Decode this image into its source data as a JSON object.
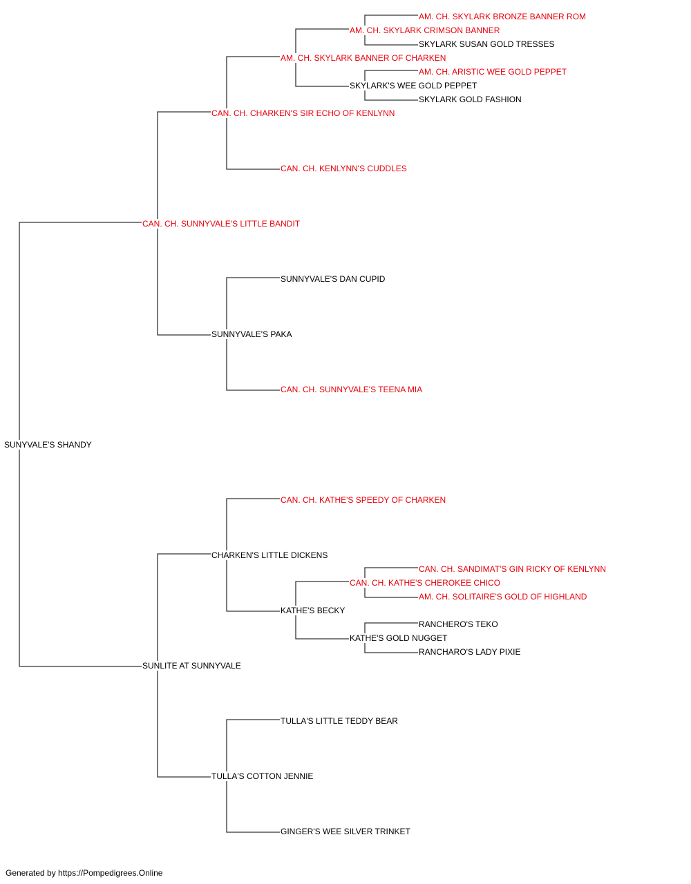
{
  "colors": {
    "champion": "#e8000b",
    "normal": "#000000",
    "line": "#000000"
  },
  "pedigree": {
    "subject": "SUNYVALE'S SHANDY",
    "sire": "CAN. CH. SUNNYVALE'S LITTLE BANDIT",
    "dam": "SUNLITE AT SUNNYVALE",
    "sire_sire": "CAN. CH. CHARKEN'S SIR ECHO OF KENLYNN",
    "sire_dam": "SUNNYVALE'S PAKA",
    "dam_sire": "CHARKEN'S LITTLE DICKENS",
    "dam_dam": "TULLA'S COTTON JENNIE",
    "ss_sire": "AM. CH. SKYLARK BANNER OF CHARKEN",
    "ss_dam": "CAN. CH. KENLYNN'S CUDDLES",
    "sd_sire": "SUNNYVALE'S DAN CUPID",
    "sd_dam": "CAN. CH. SUNNYVALE'S TEENA MIA",
    "ds_sire": "CAN. CH. KATHE'S SPEEDY OF CHARKEN",
    "ds_dam": "KATHE'S BECKY",
    "dd_sire": "TULLA'S LITTLE TEDDY BEAR",
    "dd_dam": "GINGER'S WEE SILVER TRINKET",
    "sss_sire": "AM. CH. SKYLARK CRIMSON BANNER",
    "sss_dam": "SKYLARK'S WEE GOLD PEPPET",
    "dsd_sire": "CAN. CH. KATHE'S CHEROKEE CHICO",
    "dsd_dam": "KATHE'S GOLD NUGGET",
    "ssss_sire": "AM. CH. SKYLARK BRONZE BANNER ROM",
    "ssss_dam": "SKYLARK SUSAN GOLD TRESSES",
    "sssd_sire": "AM. CH. ARISTIC WEE GOLD PEPPET",
    "sssd_dam": "SKYLARK GOLD FASHION",
    "dsds_sire": "CAN. CH. SANDIMAT'S GIN RICKY OF KENLYNN",
    "dsds_dam": "AM. CH. SOLITAIRE'S GOLD OF HIGHLAND",
    "dsdd_sire": "RANCHERO'S TEKO",
    "dsdd_dam": "RANCHARO'S LADY PIXIE"
  },
  "footer": "Generated by https://Pompedigrees.Online"
}
